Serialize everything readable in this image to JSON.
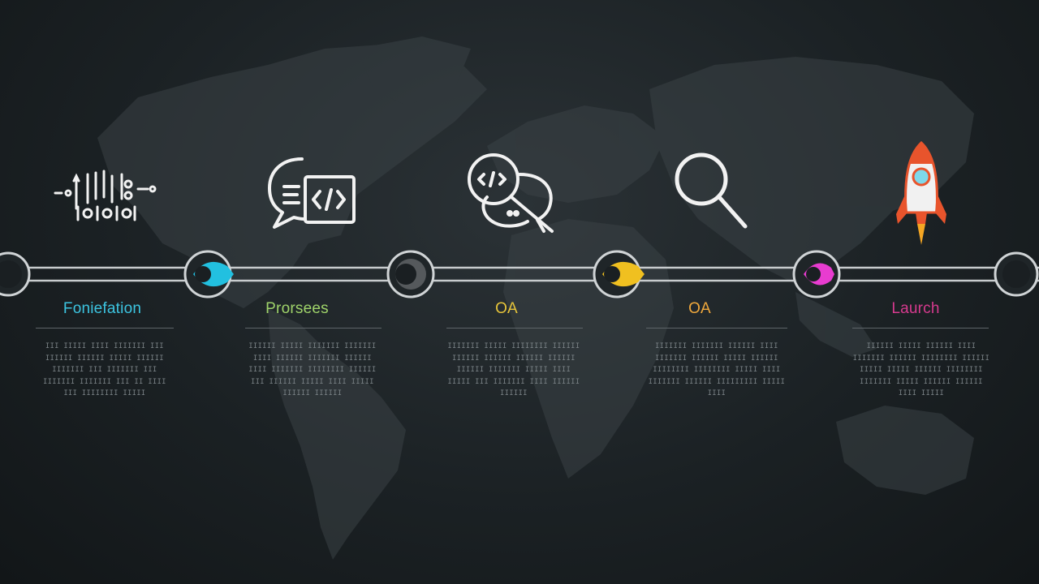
{
  "background": {
    "map_color": "#3a4246",
    "track_color": "#c8ccce"
  },
  "stages": [
    {
      "title": "Foniefation",
      "color": "#3cc4e0",
      "icon": "binary-code-icon",
      "node_fill": "#22c0e0",
      "desc": "III IIIII IIII IIIIIII III IIIIII IIIIII IIIII IIIIII IIIIIII III IIIIIII III IIIIIII IIIIIII III II IIII III IIIIIIII IIIII"
    },
    {
      "title": "Prorsees",
      "color": "#9fd36a",
      "icon": "code-chat-icon",
      "node_fill": "#3a3f42",
      "desc": "IIIIII IIIII IIIIIII IIIIIII IIII IIIIII IIIIIII IIIIII IIII IIIIIII IIIIIIII IIIIII III IIIIII IIIII IIII IIIII IIIIII IIIIII"
    },
    {
      "title": "OA",
      "color": "#e6c43a",
      "icon": "code-review-icon",
      "node_fill": "#f0c020",
      "desc": "IIIIIII IIIII IIIIIIII IIIIII IIIIII IIIIII IIIIII IIIIII IIIIII IIIIIII IIIII IIII IIIII III IIIIIII IIII IIIIII IIIIII"
    },
    {
      "title": "OA",
      "color": "#f0a83c",
      "icon": "search-icon",
      "node_fill": "#e83cd0",
      "desc": "IIIIIII IIIIIII IIIIII IIII IIIIIII IIIIII IIIII IIIIII IIIIIIII IIIIIIII IIIII IIII IIIIIII IIIIII IIIIIIIII IIIII IIII"
    },
    {
      "title": "Laurch",
      "color": "#d63a8e",
      "icon": "rocket-icon",
      "node_fill": "#2a2f32",
      "desc": "IIIIII IIIII IIIIII IIII IIIIIII IIIIII IIIIIIII IIIIII IIIII IIIII IIIIII IIIIIIII IIIIIII IIIII IIIIII IIIIII IIII IIIII"
    }
  ]
}
